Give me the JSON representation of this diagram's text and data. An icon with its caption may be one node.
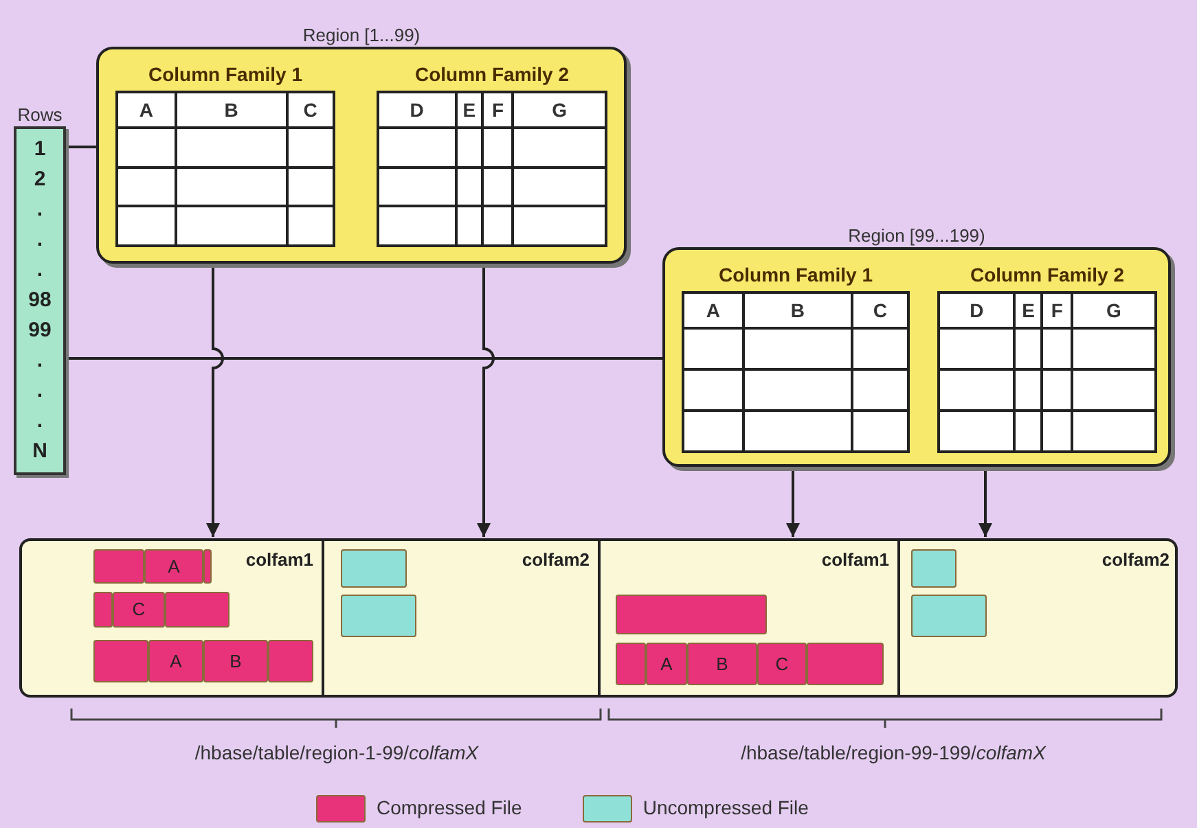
{
  "diagram": {
    "nodes": [
      {
        "text": [
          "Region [1...99)"
        ]
      },
      {
        "text": [
          "Column Family 1",
          "A",
          "B",
          "C"
        ],
        "in": 0
      },
      {
        "text": [
          "Column Family 2",
          "D",
          "E",
          "F",
          "G"
        ],
        "in": 0
      },
      {
        "text": [
          "Rows",
          "1",
          "2",
          ".",
          ".",
          ".",
          "98",
          "99",
          ".",
          ".",
          ".",
          "N"
        ]
      },
      {
        "text": [
          "Region [99...199)"
        ]
      },
      {
        "text": [
          "Column Family 1",
          "A",
          "B",
          "C"
        ],
        "in": 4
      },
      {
        "text": [
          "Column Family 2",
          "D",
          "E",
          "F",
          "G"
        ],
        "in": 4
      },
      {
        "text": [],
        "shape": "box"
      },
      {
        "text": [
          "colfam1"
        ],
        "in": 7
      },
      {
        "text": [],
        "shape": "box",
        "in": 8
      },
      {
        "text": [
          "A"
        ],
        "in": 8
      },
      {
        "text": [],
        "shape": "box",
        "in": 8
      },
      {
        "text": [],
        "shape": "box",
        "in": 8
      },
      {
        "text": [
          "C"
        ],
        "in": 8
      },
      {
        "text": [],
        "shape": "box",
        "in": 8
      },
      {
        "text": [],
        "shape": "box",
        "in": 8
      },
      {
        "text": [
          "A"
        ],
        "in": 8
      },
      {
        "text": [
          "B"
        ],
        "in": 8
      },
      {
        "text": [],
        "shape": "box",
        "in": 8
      },
      {
        "text": [
          "colfam2"
        ],
        "in": 7
      },
      {
        "text": [],
        "shape": "box",
        "in": 19
      },
      {
        "text": [],
        "shape": "box",
        "in": 19
      },
      {
        "text": [
          "colfam1"
        ],
        "in": 7
      },
      {
        "text": [],
        "shape": "box",
        "in": 22
      },
      {
        "text": [],
        "shape": "box",
        "in": 22
      },
      {
        "text": [
          "A"
        ],
        "in": 22
      },
      {
        "text": [
          "B"
        ],
        "in": 22
      },
      {
        "text": [
          "C"
        ],
        "in": 22
      },
      {
        "text": [],
        "shape": "box",
        "in": 22
      },
      {
        "text": [
          "colfam2"
        ],
        "in": 7
      },
      {
        "text": [],
        "shape": "box",
        "in": 29
      },
      {
        "text": [],
        "shape": "box",
        "in": 29
      }
    ],
    "edges": [
      {
        "from": 3,
        "to": 1,
        "arrow": "to"
      },
      {
        "from": 3,
        "to": 5,
        "arrow": "to"
      },
      {
        "from": 1,
        "to": 8,
        "arrow": "to"
      },
      {
        "from": 2,
        "to": 19,
        "arrow": "to"
      },
      {
        "from": 5,
        "to": 22,
        "arrow": "to"
      },
      {
        "from": 6,
        "to": 29,
        "arrow": "to"
      }
    ],
    "labels": [
      "/hbase/table/region-1-99/*colfamX*",
      "/hbase/table/region-99-199/*colfamX*"
    ],
    "legend": [
      {
        "text": "Compressed File",
        "color": "#e8337a"
      },
      {
        "text": "Uncompressed File",
        "color": "#8fe0d6"
      }
    ]
  }
}
